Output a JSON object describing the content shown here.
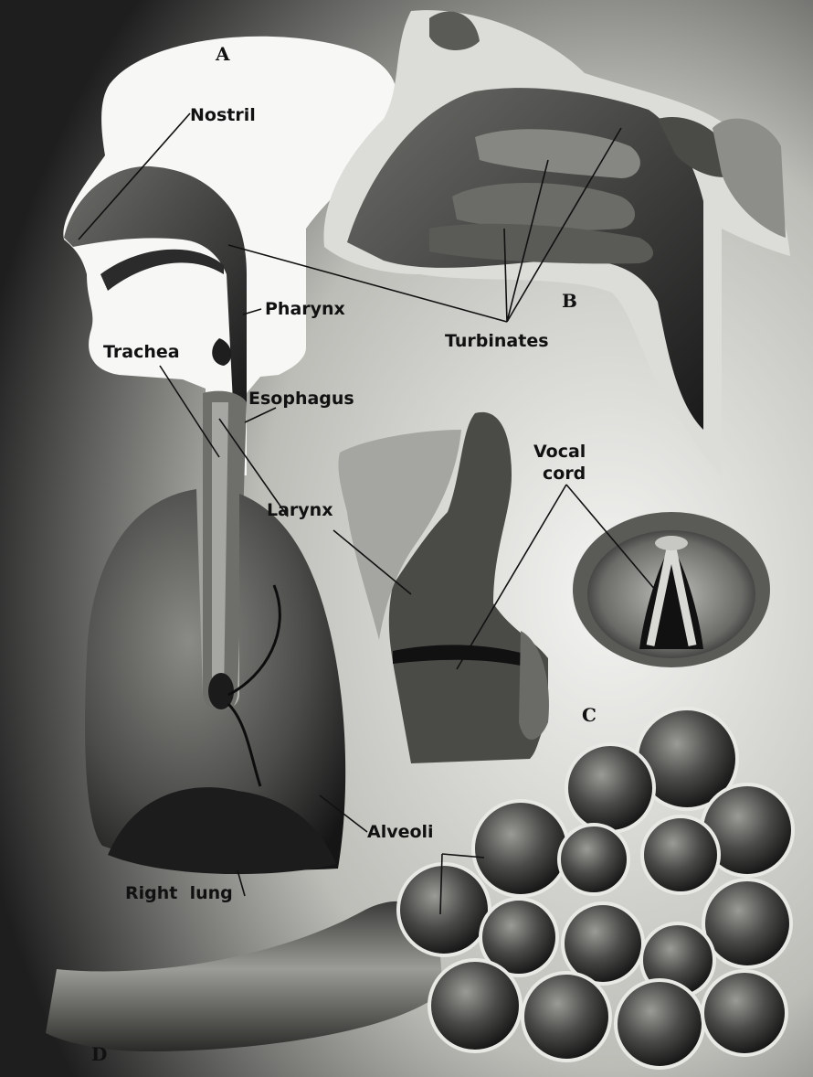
{
  "panels": {
    "a": "A",
    "b": "B",
    "c": "C",
    "d": "D"
  },
  "labels": {
    "nostril": "Nostril",
    "pharynx": "Pharynx",
    "trachea": "Trachea",
    "esophagus": "Esophagus",
    "turbinates": "Turbinates",
    "vocal_cord_line1": "Vocal",
    "vocal_cord_line2": "cord",
    "larynx": "Larynx",
    "alveoli": "Alveoli",
    "right_lung": "Right  lung"
  }
}
